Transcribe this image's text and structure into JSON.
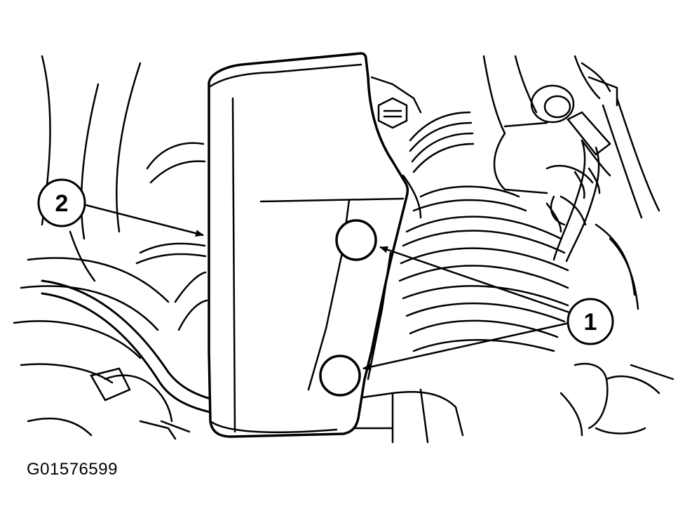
{
  "figure": {
    "id": "G01576599"
  },
  "callouts": [
    {
      "number": "1"
    },
    {
      "number": "2"
    }
  ],
  "colors": {
    "ink": "#000000",
    "paper": "#ffffff"
  }
}
